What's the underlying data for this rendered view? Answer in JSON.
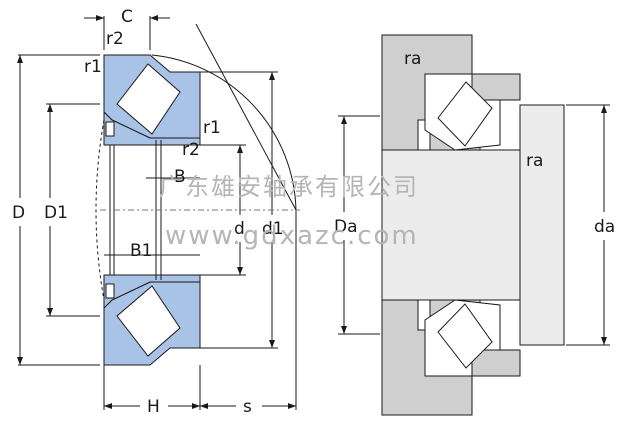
{
  "left_view": {
    "labels": {
      "C": "C",
      "r2_top": "r2",
      "r1_top": "r1",
      "r1_mid": "r1",
      "r2_mid": "r2",
      "B": "B",
      "D": "D",
      "D1": "D1",
      "d": "d",
      "d1": "d1",
      "B1": "B1",
      "H": "H",
      "s": "s"
    }
  },
  "right_view": {
    "labels": {
      "ra_top": "ra",
      "ra_right": "ra",
      "Da": "Da",
      "da": "da"
    }
  },
  "watermark": {
    "company": "广东雄安轴承有限公司",
    "url": "www.gdxazc.com"
  },
  "colors": {
    "ring_fill": "#a9c3e6",
    "housing_fill": "#cfcfcf",
    "shaft_fill": "#ececec",
    "line": "#1a1a1a",
    "watermark": "#b5b5b5"
  }
}
